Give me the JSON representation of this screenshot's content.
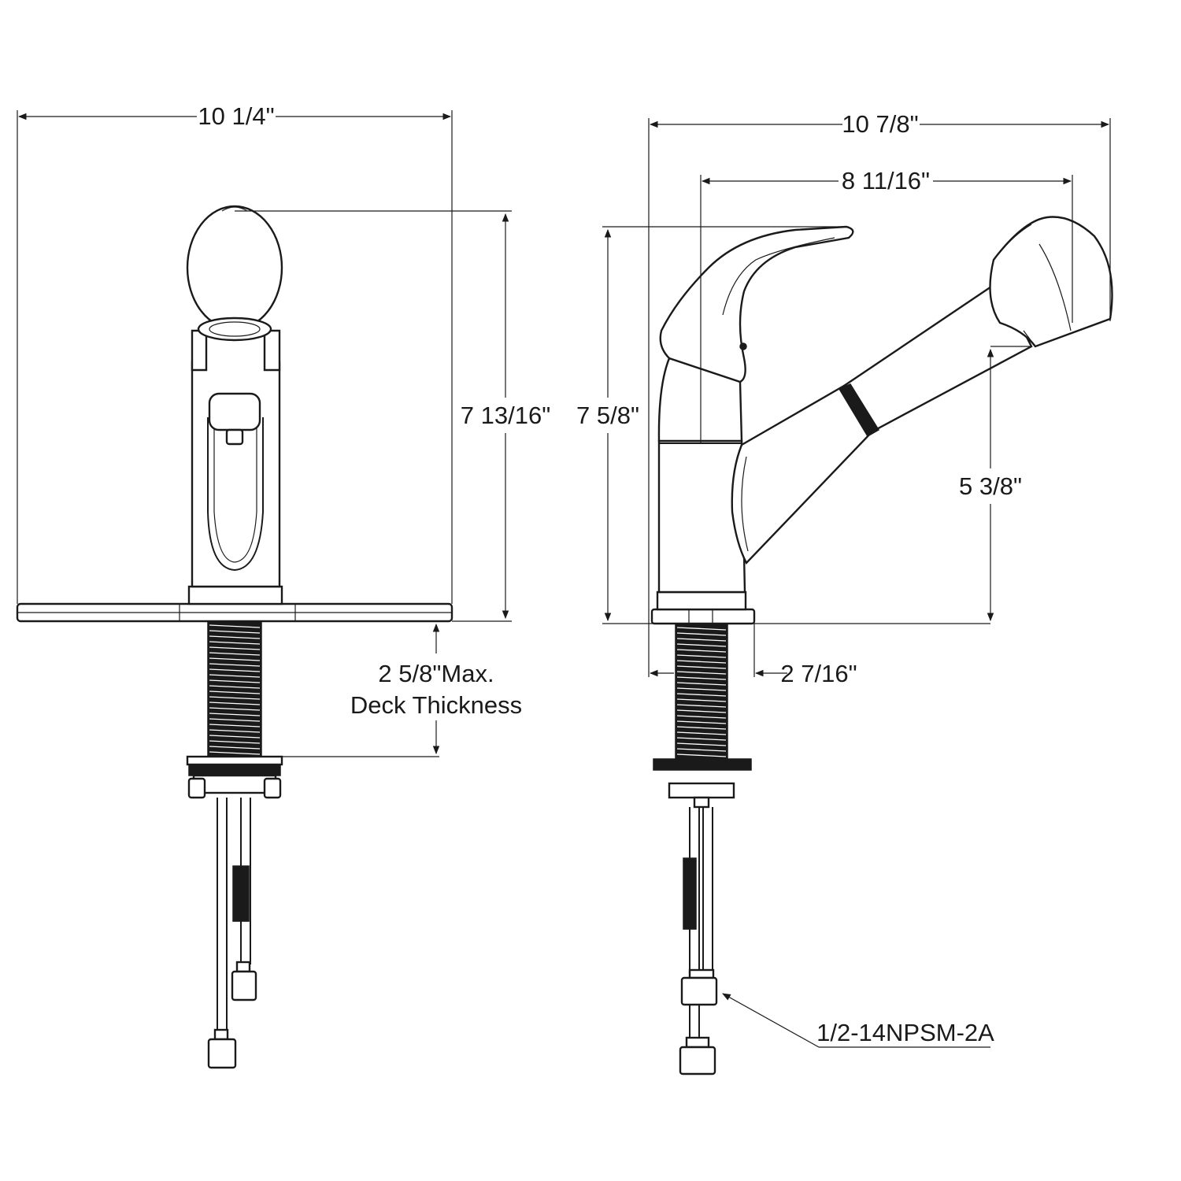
{
  "front_view": {
    "overall_width": "10 1/4\"",
    "overall_height": "7 13/16\"",
    "deck_thickness_line1": "2 5/8\"Max.",
    "deck_thickness_line2": "Deck Thickness"
  },
  "side_view": {
    "overall_reach": "10 7/8\"",
    "spout_reach": "8 11/16\"",
    "overall_height": "7 5/8\"",
    "spout_height": "5 3/8\"",
    "base_diameter": "2 7/16\"",
    "connection_thread": "1/2-14NPSM-2A"
  }
}
